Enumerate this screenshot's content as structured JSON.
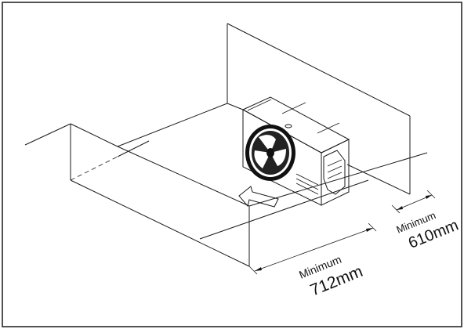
{
  "diagram": {
    "dim_front": {
      "label": "Minimum",
      "value": "712mm"
    },
    "dim_side": {
      "label": "Minimum",
      "value": "610mm"
    },
    "colors": {
      "line": "#1a1a1a",
      "background": "#ffffff"
    }
  }
}
